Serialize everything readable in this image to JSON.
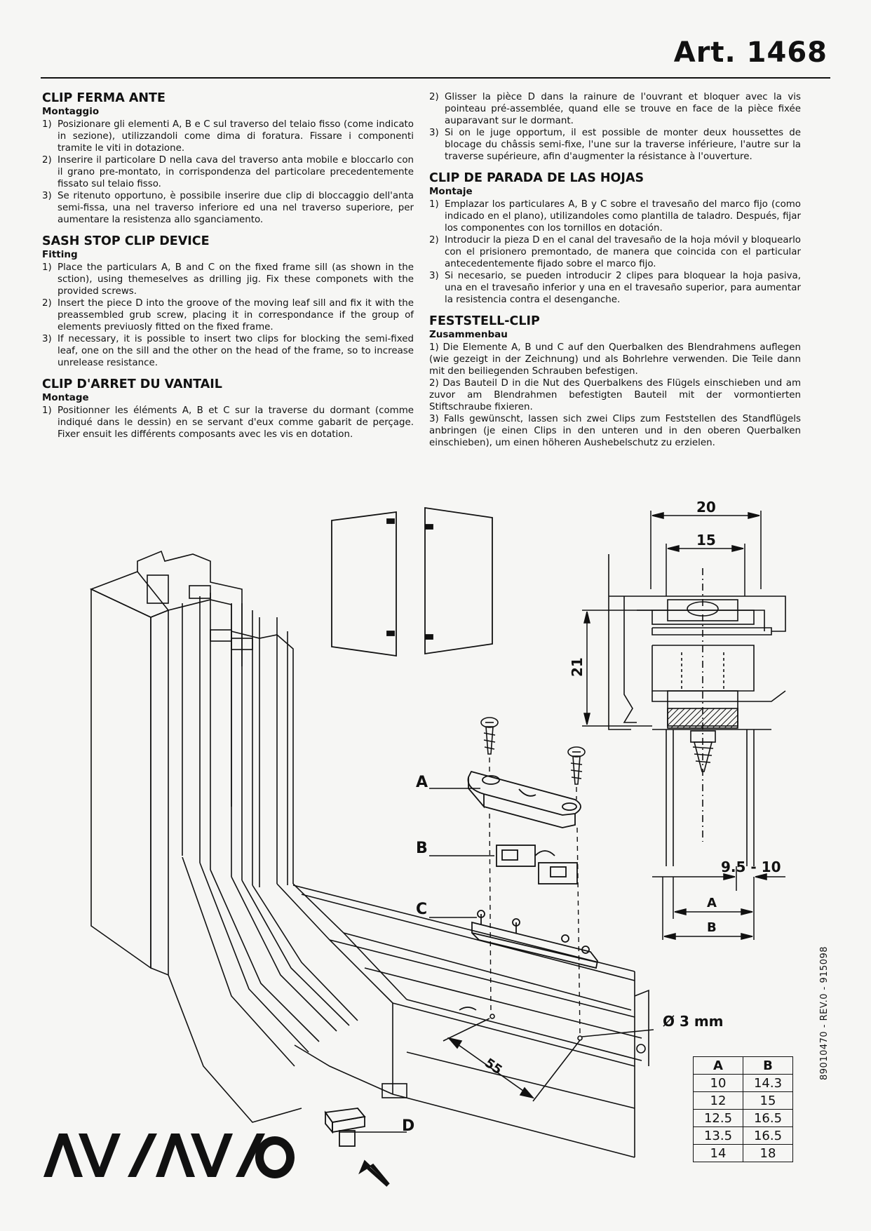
{
  "header": {
    "art": "Art. 1468"
  },
  "left_sections": [
    {
      "title": "CLIP FERMA ANTE",
      "subtitle": "Montaggio",
      "items": [
        {
          "n": "1)",
          "t": "Posizionare gli elementi A, B e C sul traverso del telaio fisso (come indicato in sezione), utilizzandoli come dima di foratura. Fissare i componenti tramite le viti in dotazione."
        },
        {
          "n": "2)",
          "t": "Inserire il particolare D nella cava del traverso anta mobile e bloccarlo con il grano pre-montato, in corrispondenza del particolare precedentemente fissato sul telaio fisso."
        },
        {
          "n": "3)",
          "t": "Se ritenuto opportuno, è possibile inserire due clip di bloccaggio dell'anta semi-fissa, una nel traverso inferiore ed una nel traverso superiore, per aumentare la resistenza allo sganciamento."
        }
      ]
    },
    {
      "title": "SASH STOP CLIP DEVICE",
      "subtitle": "Fitting",
      "items": [
        {
          "n": "1)",
          "t": "Place the particulars A, B and C on the fixed frame sill (as shown in the sction), using themeselves as drilling jig. Fix these componets with the provided screws."
        },
        {
          "n": "2)",
          "t": "Insert the piece D into the groove of the moving leaf sill and fix it with the preassembled grub screw, placing it in correspondance if the group of elements previuosly fitted on the fixed frame."
        },
        {
          "n": "3)",
          "t": "If necessary, it is possible to insert two clips for blocking the semi-fixed leaf, one on the sill and the other on the head of the frame, so to increase unrelease resistance."
        }
      ]
    },
    {
      "title": "CLIP D'ARRET DU VANTAIL",
      "subtitle": "Montage",
      "items": [
        {
          "n": "1)",
          "t": "Positionner les éléments A, B et C sur la traverse du dormant (comme indiqué dans le dessin) en se servant d'eux comme gabarit de perçage. Fixer ensuit les différents composants avec les vis en dotation."
        }
      ]
    }
  ],
  "right_sections": [
    {
      "title": "",
      "subtitle": "",
      "items": [
        {
          "n": "2)",
          "t": "Glisser la pièce D dans la rainure de l'ouvrant et bloquer avec la vis pointeau pré-assemblée, quand elle se trouve en face de la pièce fixée auparavant sur le dormant."
        },
        {
          "n": "3)",
          "t": "Si on le juge opportum, il est possible de monter deux houssettes de blocage du châssis semi-fixe, l'une sur la traverse inférieure, l'autre sur la traverse supérieure, afin d'augmenter la résistance à l'ouverture."
        }
      ]
    },
    {
      "title": "CLIP DE PARADA DE LAS HOJAS",
      "subtitle": "Montaje",
      "items": [
        {
          "n": "1)",
          "t": "Emplazar los particulares A, B y C sobre el travesaño del marco fijo (como indicado en el plano), utilizandoles como plantilla de taladro. Después, fijar los componentes con los tornillos en dotación."
        },
        {
          "n": "2)",
          "t": "Introducir la pieza D en el canal del travesaño de la hoja móvil y bloquearlo con el prisionero premontado, de manera que coincida con el particular antecedentemente fijado sobre el marco fijo."
        },
        {
          "n": "3)",
          "t": "Si necesario, se pueden introducir 2 clipes para bloquear la hoja pasiva, una en el travesaño inferior y una en el travesaño superior, para aumentar la resistencia contra el desenganche."
        }
      ]
    }
  ],
  "german": {
    "title": "FESTSTELL-CLIP",
    "subtitle": "Zusammenbau",
    "paragraphs": [
      "1) Die Elemente A, B und C auf den Querbalken des Blendrahmens auflegen (wie gezeigt in der Zeichnung) und als Bohrlehre verwenden. Die Teile dann mit den beiliegenden Schrauben befestigen.",
      "2) Das Bauteil D in die Nut des Querbalkens des Flügels einschieben und am zuvor am Blendrahmen befestigten Bauteil mit der vormontierten Stiftschraube fixieren.",
      "3) Falls gewünscht, lassen sich zwei Clips zum Feststellen des Standflügels anbringen (je einen Clips in den unteren und in den oberen Querbalken einschieben), um einen höheren Aushebelschutz zu erzielen."
    ]
  },
  "drawing": {
    "labels": {
      "a": "A",
      "b": "B",
      "c": "C",
      "d": "D"
    },
    "dims": {
      "d20": "20",
      "d15": "15",
      "d21": "21",
      "d95": "9.5 - 10",
      "dA": "A",
      "dB": "B",
      "d55": "55",
      "hole": "Ø 3 mm"
    }
  },
  "table": {
    "headers": [
      "A",
      "B"
    ],
    "rows": [
      [
        "10",
        "14.3"
      ],
      [
        "12",
        "15"
      ],
      [
        "12.5",
        "16.5"
      ],
      [
        "13.5",
        "16.5"
      ],
      [
        "14",
        "18"
      ]
    ]
  },
  "doc_number": "89010470 - REV.0 - 915098",
  "logo_text": "AVSAVIO"
}
